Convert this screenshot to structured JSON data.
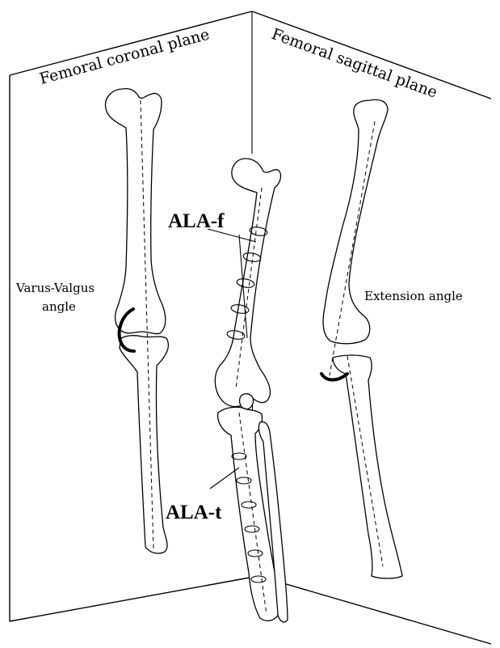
{
  "planes": {
    "coronal_title": "Femoral coronal plane",
    "sagittal_title": "Femoral sagittal plane"
  },
  "labels": {
    "varus_line1": "Varus-Valgus",
    "varus_line2": "angle",
    "extension": "Extension angle",
    "ala_f": "ALA-f",
    "ala_t": "ALA-t"
  }
}
